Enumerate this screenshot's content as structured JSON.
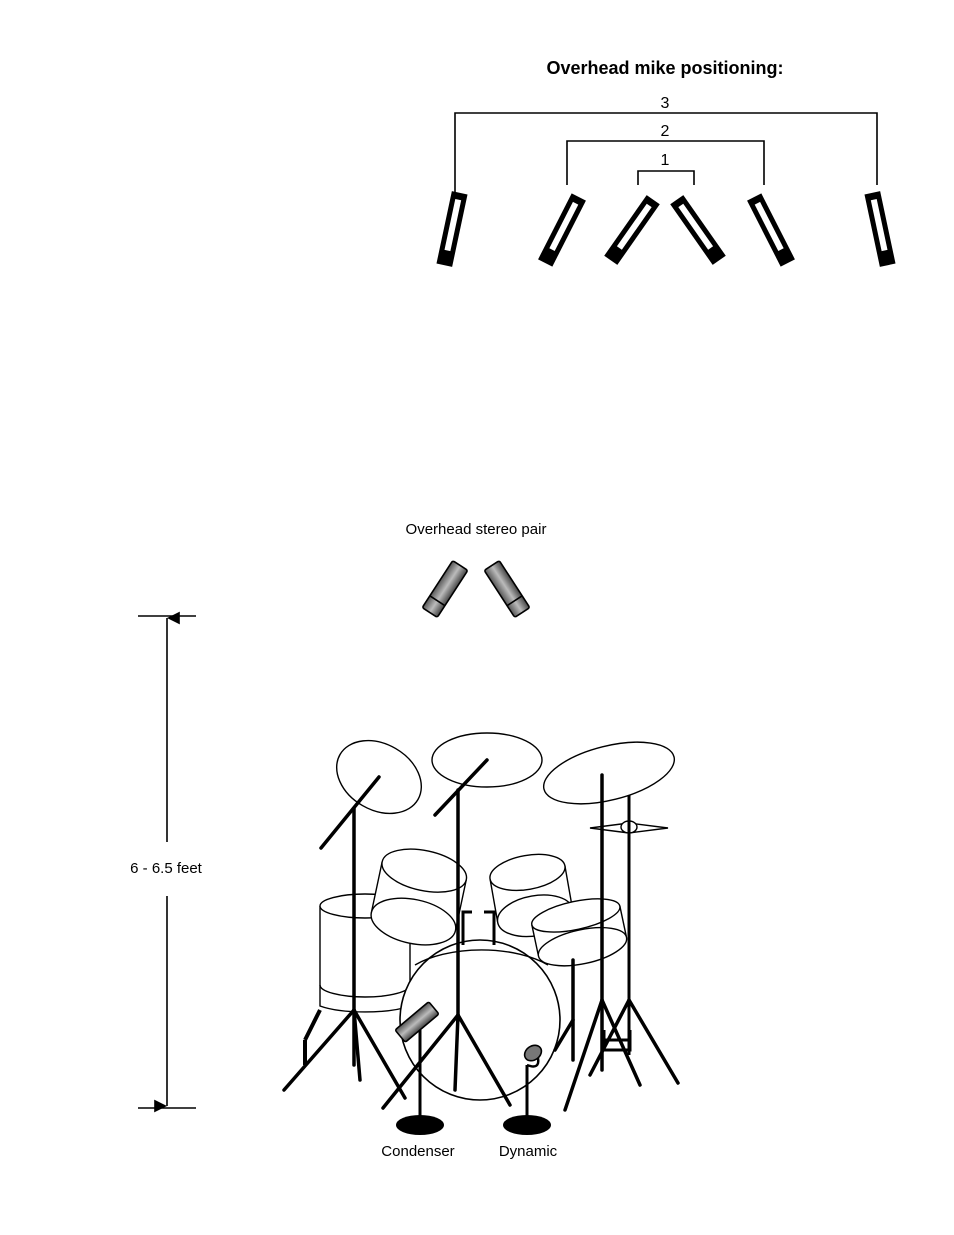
{
  "overhead_positioning": {
    "title": "Overhead mike positioning:",
    "spacings": [
      "1",
      "2",
      "3"
    ]
  },
  "stereo_pair_label": "Overhead stereo pair",
  "height_label": "6 - 6.5 feet",
  "kick_mics": {
    "condenser_label": "Condenser",
    "dynamic_label": "Dynamic"
  },
  "colors": {
    "ink": "#000000",
    "paper": "#ffffff",
    "mic_grey": "#8a8a8a"
  }
}
